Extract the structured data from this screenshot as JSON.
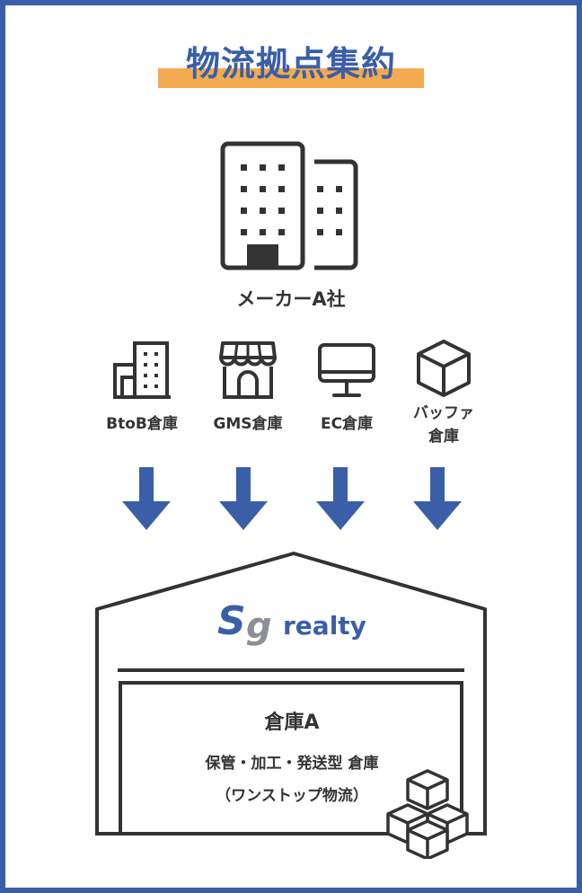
{
  "title": "物流拠点集約",
  "maker": {
    "label": "メーカーA社",
    "icon": "office-building-icon"
  },
  "warehouses": [
    {
      "label": "BtoB倉庫",
      "icon": "building-icon"
    },
    {
      "label": "GMS倉庫",
      "icon": "storefront-icon"
    },
    {
      "label": "EC倉庫",
      "icon": "monitor-icon"
    },
    {
      "label_line1": "バッファ",
      "label_line2": "倉庫",
      "icon": "box-icon"
    }
  ],
  "logo": {
    "mark": "Sg",
    "text": "realty"
  },
  "hub": {
    "title": "倉庫A",
    "description": "保管・加工・発送型 倉庫",
    "subtitle": "（ワンストップ物流）"
  },
  "colors": {
    "accent": "#3a5fa8",
    "highlight": "#f4aa4e",
    "ink": "#333333"
  }
}
